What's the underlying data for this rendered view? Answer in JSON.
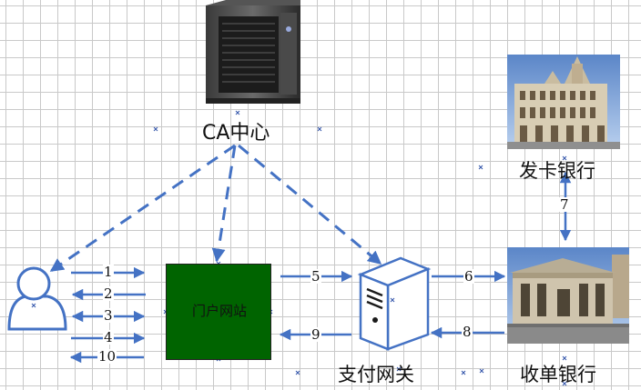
{
  "ca": {
    "label": "CA中心"
  },
  "portal": {
    "label": "门户网站"
  },
  "gateway": {
    "label": "支付网关"
  },
  "acquirer": {
    "label": "收单银行"
  },
  "issuer": {
    "label": "发卡银行"
  },
  "flows": {
    "f1": "1",
    "f2": "2",
    "f3": "3",
    "f4": "4",
    "f10": "10",
    "f5": "5",
    "f6": "6",
    "f7": "7",
    "f8": "8",
    "f9": "9"
  },
  "colors": {
    "arrow": "#4472c4",
    "portal_fill": "#006400"
  }
}
